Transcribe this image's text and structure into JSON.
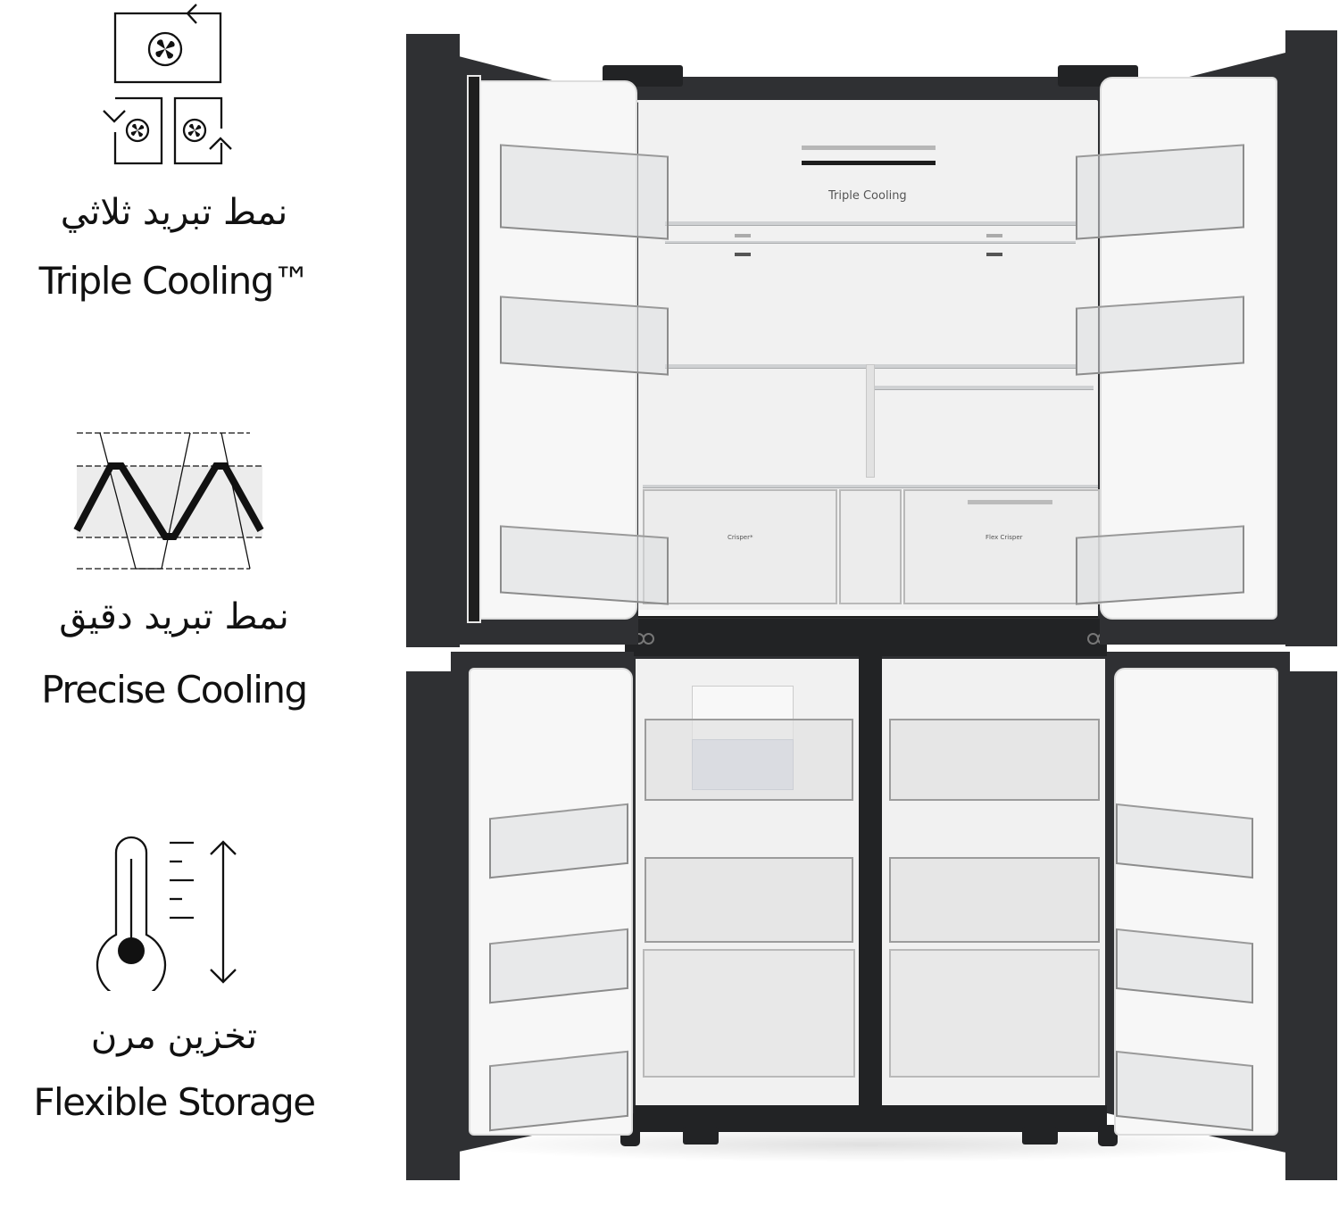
{
  "features": [
    {
      "id": "triple-cooling",
      "icon": "triple-fan-cooling-icon",
      "label_ar": "نمط تبريد ثلاثي",
      "label_en": "Triple Cooling™"
    },
    {
      "id": "precise-cooling",
      "icon": "precise-cooling-wave-icon",
      "label_ar": "نمط تبريد دقيق",
      "label_en": "Precise Cooling"
    },
    {
      "id": "flexible-storage",
      "icon": "thermometer-range-icon",
      "label_ar": "تخزين مرن",
      "label_en": "Flexible Storage"
    }
  ],
  "fridge": {
    "product": "four-door refrigerator (open)",
    "inner_label": "Triple Cooling",
    "drawers": {
      "left": "Crisper*",
      "right": "Flex Crisper"
    },
    "colors": {
      "body": "#2f3033",
      "interior": "#f1f1f1",
      "trim": "#222325"
    }
  }
}
